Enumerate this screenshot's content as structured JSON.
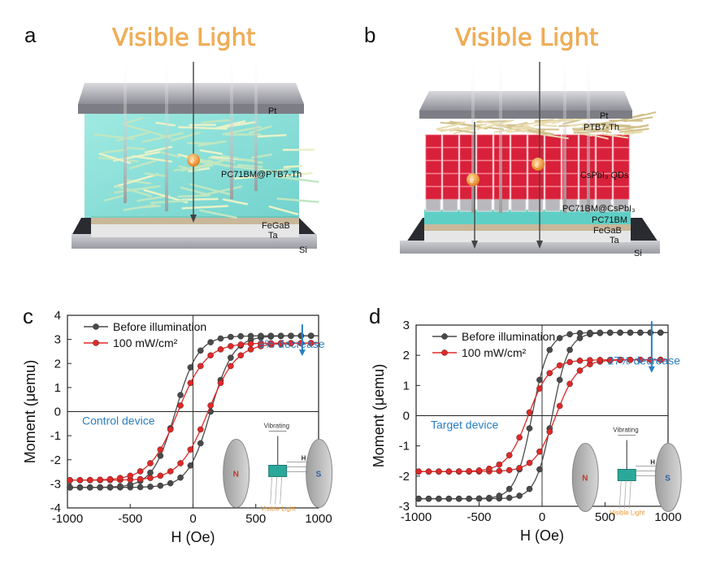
{
  "panels": {
    "a": {
      "label": "a",
      "title": "Visible Light",
      "layers": [
        "Pt",
        "PC71BM@PTB7-Th",
        "FeGaB",
        "Ta",
        "Si"
      ],
      "electron": "e"
    },
    "b": {
      "label": "b",
      "title": "Visible Light",
      "layers": [
        "Pt",
        "PTB7-Th",
        "CsPbI₃ QDs",
        "PC71BM@CsPbI₃",
        "PC71BM",
        "FeGaB",
        "Ta",
        "Si"
      ],
      "electron": "e"
    }
  },
  "inset": {
    "vibrating": "Vibrating",
    "h": "H",
    "north": "N",
    "south": "S",
    "light": "Visible Light"
  },
  "chart_data": [
    {
      "type": "line",
      "panel_label": "c",
      "xlabel": "H (Oe)",
      "ylabel": "Moment (μemu)",
      "xlim": [
        -1000,
        1000
      ],
      "ylim": [
        -4,
        4
      ],
      "xticks": [
        -1000,
        -500,
        0,
        500,
        1000
      ],
      "yticks": [
        -4,
        -3,
        -2,
        -1,
        0,
        1,
        2,
        3,
        4
      ],
      "legend_position": "top-left",
      "annotation": "9% decrease",
      "device_label": "Control device",
      "series": [
        {
          "name": "Before illumination",
          "color": "#4a4a4a",
          "ms": 3.15,
          "hc": 140,
          "w": 180
        },
        {
          "name": "100 mW/cm²",
          "color": "#e02828",
          "ms": 2.85,
          "hc": 120,
          "w": 225
        }
      ]
    },
    {
      "type": "line",
      "panel_label": "d",
      "xlabel": "H (Oe)",
      "ylabel": "Moment (μemu)",
      "xlim": [
        -1000,
        1000
      ],
      "ylim": [
        -3,
        3
      ],
      "xticks": [
        -1000,
        -500,
        0,
        500,
        1000
      ],
      "yticks": [
        -3,
        -2,
        -1,
        0,
        1,
        2,
        3
      ],
      "legend_position": "top-left",
      "annotation": "27% decrease",
      "device_label": "Target device",
      "series": [
        {
          "name": "Before illumination",
          "color": "#4a4a4a",
          "ms": 2.75,
          "hc": 80,
          "w": 130
        },
        {
          "name": "100 mW/cm²",
          "color": "#e02828",
          "ms": 1.85,
          "hc": 110,
          "w": 170
        }
      ]
    }
  ]
}
